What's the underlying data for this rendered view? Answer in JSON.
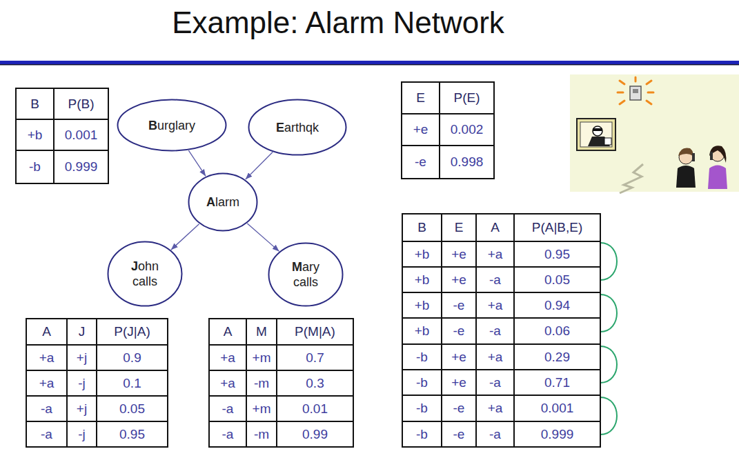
{
  "diagram": {
    "title": "Example: Alarm Network",
    "nodes": [
      {
        "text": [
          "Burglary"
        ]
      },
      {
        "text": [
          "Earthqk"
        ]
      },
      {
        "text": [
          "Alarm"
        ]
      },
      {
        "text": [
          "John calls"
        ]
      },
      {
        "text": [
          "Mary calls"
        ]
      }
    ],
    "edges": [
      {
        "from": 0,
        "to": 2,
        "arrow": "to"
      },
      {
        "from": 1,
        "to": 2,
        "arrow": "to"
      },
      {
        "from": 2,
        "to": 3,
        "arrow": "to"
      },
      {
        "from": 2,
        "to": 4,
        "arrow": "to"
      }
    ],
    "labels": [
      "B",
      "P(B)",
      "+b",
      "0.001",
      "-b",
      "0.999",
      "E",
      "P(E)",
      "+e",
      "0.002",
      "-e",
      "0.998",
      "B",
      "E",
      "A",
      "P(A|B,E)",
      "+b",
      "+e",
      "+a",
      "0.95",
      "+b",
      "+e",
      "-a",
      "0.05",
      "+b",
      "-e",
      "+a",
      "0.94",
      "+b",
      "-e",
      "-a",
      "0.06",
      "-b",
      "+e",
      "+a",
      "0.29",
      "-b",
      "+e",
      "-a",
      "0.71",
      "-b",
      "-e",
      "+a",
      "0.001",
      "-b",
      "-e",
      "-a",
      "0.999",
      "A",
      "J",
      "P(J|A)",
      "+a",
      "+j",
      "0.9",
      "+a",
      "-j",
      "0.1",
      "-a",
      "+j",
      "0.05",
      "-a",
      "-j",
      "0.95",
      "A",
      "M",
      "P(M|A)",
      "+a",
      "+m",
      "0.7",
      "+a",
      "-m",
      "0.3",
      "-a",
      "+m",
      "0.01",
      "-a",
      "-m",
      "0.99"
    ]
  }
}
